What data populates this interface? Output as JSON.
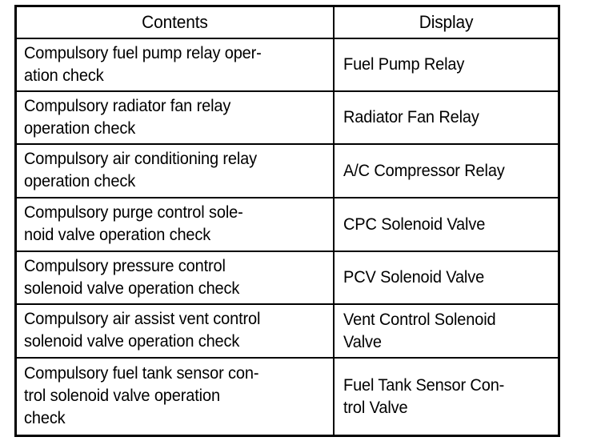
{
  "table": {
    "name": "diagnostic-compulsory-operation-table",
    "border_color": "#000000",
    "background_color": "#ffffff",
    "text_color": "#000000",
    "columns": [
      "Contents",
      "Display"
    ],
    "rows": [
      {
        "contents": "Compulsory fuel pump relay oper-\nation check",
        "display": "Fuel Pump Relay"
      },
      {
        "contents": "Compulsory radiator fan relay\noperation check",
        "display": "Radiator Fan Relay"
      },
      {
        "contents": "Compulsory air conditioning relay\noperation check",
        "display": "A/C Compressor Relay"
      },
      {
        "contents": "Compulsory purge control sole-\nnoid valve operation check",
        "display": "CPC Solenoid Valve"
      },
      {
        "contents": "Compulsory pressure control\nsolenoid valve operation check",
        "display": "PCV Solenoid Valve"
      },
      {
        "contents": "Compulsory air assist vent control\nsolenoid valve operation check",
        "display": "Vent Control Solenoid\nValve"
      },
      {
        "contents": "Compulsory fuel tank sensor con-\ntrol solenoid valve operation\ncheck",
        "display": "Fuel Tank Sensor Con-\ntrol Valve"
      }
    ]
  }
}
